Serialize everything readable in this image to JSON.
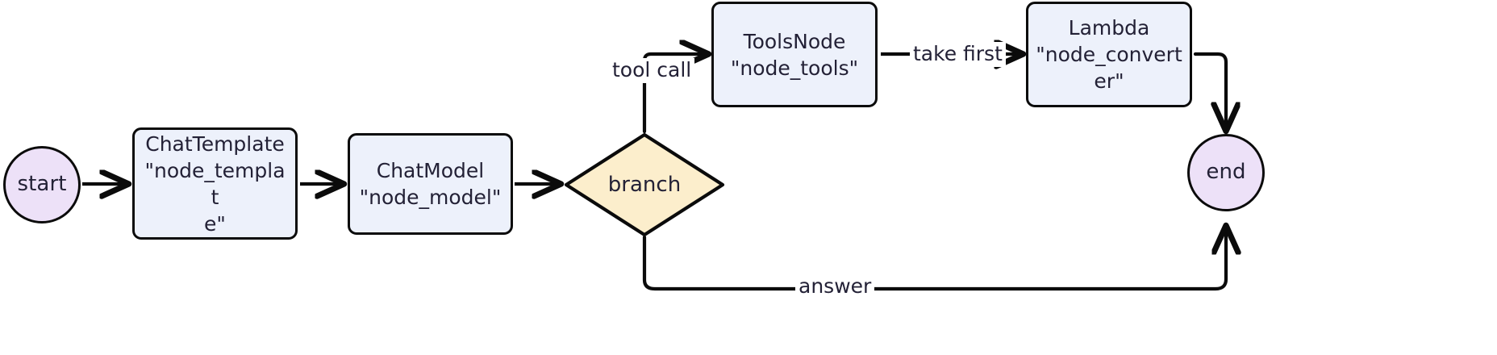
{
  "diagram": {
    "title": "agent graph flowchart",
    "colors": {
      "terminal_fill": "#ede1f8",
      "process_fill": "#edf1fb",
      "decision_fill": "#fceecc",
      "stroke": "#0b0b0b",
      "text": "#232136",
      "background": "#ffffff"
    },
    "nodes": [
      {
        "id": "start",
        "shape": "circle",
        "label": "start"
      },
      {
        "id": "template",
        "shape": "rounded-rect",
        "label": "ChatTemplate\n\"node_templat\ne\""
      },
      {
        "id": "model",
        "shape": "rounded-rect",
        "label": "ChatModel\n\"node_model\""
      },
      {
        "id": "branch",
        "shape": "diamond",
        "label": "branch"
      },
      {
        "id": "tools",
        "shape": "rounded-rect",
        "label": "ToolsNode\n\"node_tools\""
      },
      {
        "id": "converter",
        "shape": "rounded-rect",
        "label": "Lambda\n\"node_convert\ner\""
      },
      {
        "id": "end",
        "shape": "circle",
        "label": "end"
      }
    ],
    "edges": [
      {
        "id": "e1",
        "from": "start",
        "to": "template",
        "label": ""
      },
      {
        "id": "e2",
        "from": "template",
        "to": "model",
        "label": ""
      },
      {
        "id": "e3",
        "from": "model",
        "to": "branch",
        "label": ""
      },
      {
        "id": "e4",
        "from": "branch",
        "to": "tools",
        "label": "tool call"
      },
      {
        "id": "e5",
        "from": "tools",
        "to": "converter",
        "label": "take first"
      },
      {
        "id": "e6",
        "from": "converter",
        "to": "end",
        "label": ""
      },
      {
        "id": "e7",
        "from": "branch",
        "to": "end",
        "label": "answer"
      }
    ]
  }
}
